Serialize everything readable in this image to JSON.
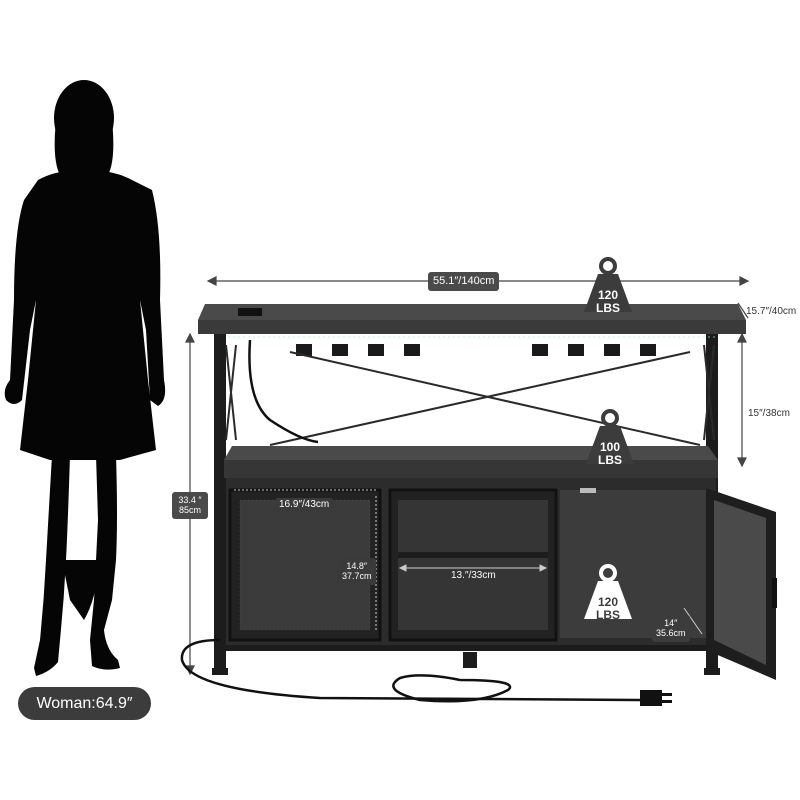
{
  "woman": {
    "label": "Woman:64.9″"
  },
  "dimensions": {
    "width": "55.1″/140cm",
    "depth": "15.7″/40cm",
    "shelf_height": "15″/38cm",
    "total_height_in": "33.4 ″",
    "total_height_cm": "85cm",
    "door_width": "16.9″/43cm",
    "door_height_in": "14.8″",
    "door_height_cm": "37.7cm",
    "inner_width": "13.″/33cm",
    "cabinet_depth_in": "14″",
    "cabinet_depth_cm": "35.6cm"
  },
  "weights": {
    "top": {
      "value": "120",
      "unit": "LBS"
    },
    "middle": {
      "value": "100",
      "unit": "LBS"
    },
    "bottom": {
      "value": "120",
      "unit": "LBS"
    }
  },
  "colors": {
    "wood": "#3a3a3a",
    "frame": "#1c1c1c",
    "label_bg": "#4a4a4a",
    "silhouette": "#050505"
  }
}
